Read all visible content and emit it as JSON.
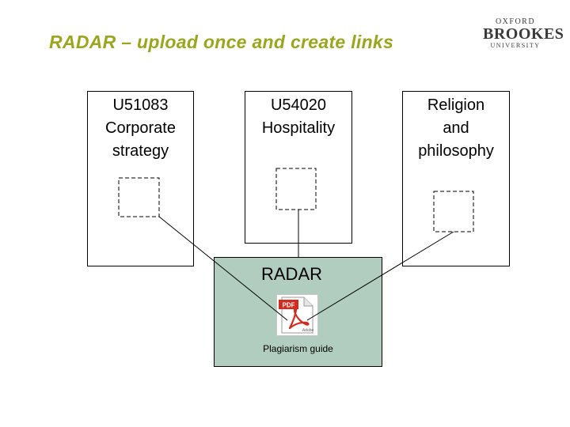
{
  "slide": {
    "title": "RADAR – upload once and create links",
    "logo": {
      "line1": "OXFORD",
      "line2": "BROOKES",
      "line3": "UNIVERSITY"
    }
  },
  "modules": [
    {
      "lines": [
        "U51083",
        "Corporate",
        "strategy"
      ]
    },
    {
      "lines": [
        "U54020",
        "Hospitality"
      ]
    },
    {
      "lines": [
        "Religion",
        "and",
        "philosophy"
      ]
    }
  ],
  "repository": {
    "label": "RADAR",
    "document": {
      "icon": "pdf-file-icon",
      "icon_text": "PDF",
      "brand_text": "Adobe",
      "caption": "Plagiarism guide"
    }
  },
  "colors": {
    "title": "#9aa61c",
    "repository_bg": "#b0cdbf",
    "pdf_red": "#d52b1e"
  }
}
